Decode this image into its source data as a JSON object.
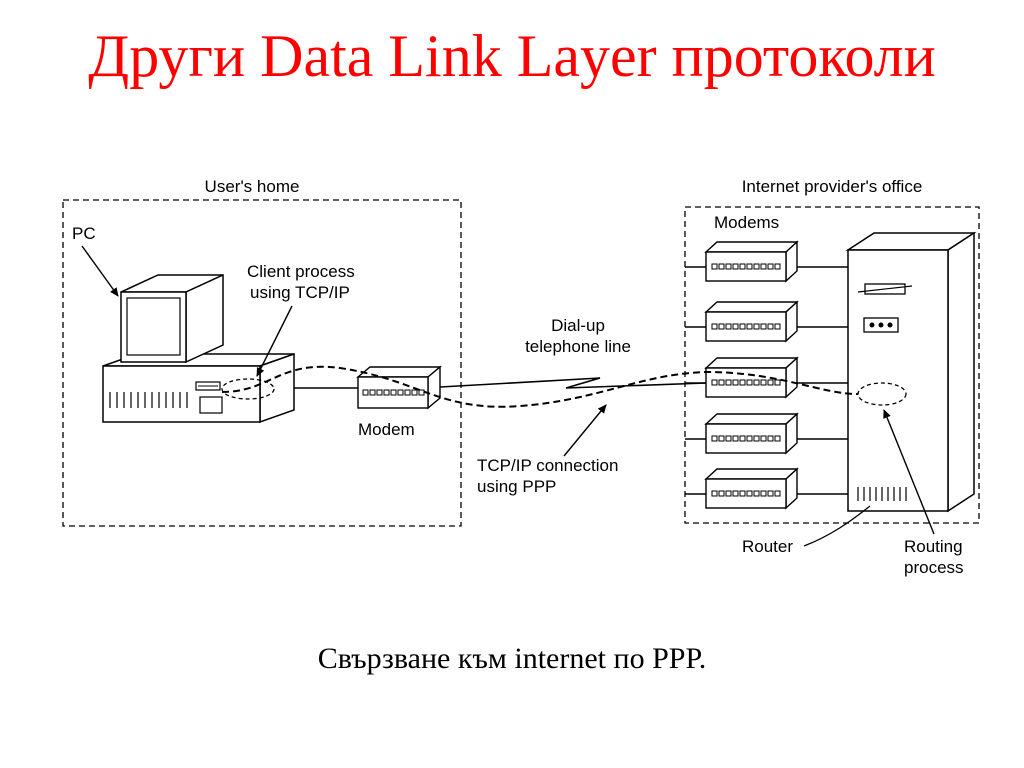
{
  "slide": {
    "title": "Други Data Link Layer протоколи",
    "caption": "Свързване към internet по PPP."
  },
  "diagram": {
    "users_home_label": "User's home",
    "provider_office_label": "Internet provider's office",
    "pc_label": "PC",
    "client_process_label_line1": "Client process",
    "client_process_label_line2": "using TCP/IP",
    "modem_label": "Modem",
    "dialup_label_line1": "Dial-up",
    "dialup_label_line2": "telephone line",
    "tcpip_connection_label_line1": "TCP/IP connection",
    "tcpip_connection_label_line2": "using PPP",
    "modems_label": "Modems",
    "router_label": "Router",
    "routing_process_label_line1": "Routing",
    "routing_process_label_line2": "process"
  },
  "colors": {
    "title": "#ff0000",
    "line": "#000000",
    "background": "#ffffff"
  }
}
